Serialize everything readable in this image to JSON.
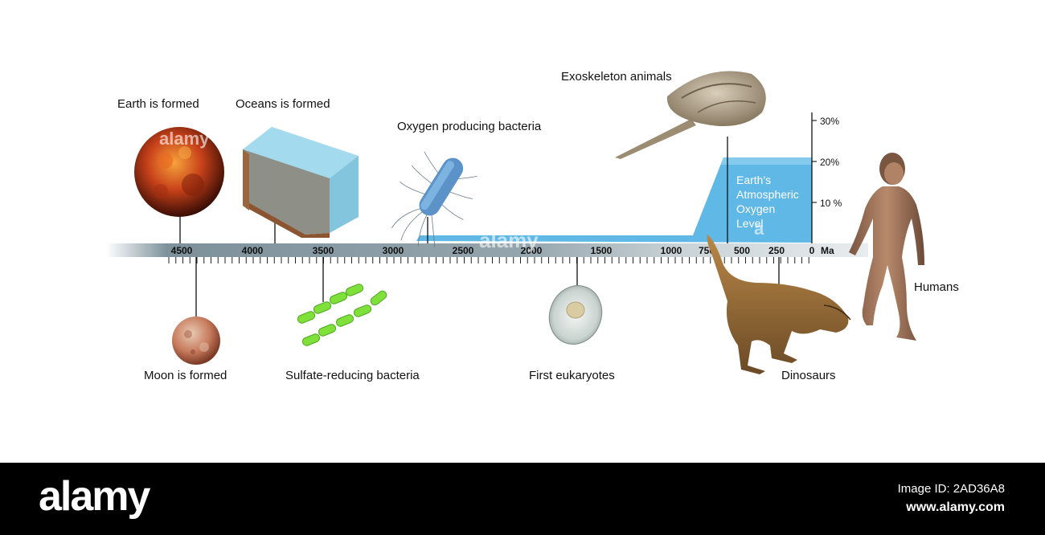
{
  "events": {
    "earth": "Earth is formed",
    "oceans": "Oceans is formed",
    "oxygen_bacteria": "Oxygen producing bacteria",
    "exoskeleton": "Exoskeleton animals",
    "moon": "Moon is formed",
    "sulfate": "Sulfate-reducing bacteria",
    "eukaryotes": "First eukaryotes",
    "dinosaurs": "Dinosaurs",
    "humans": "Humans"
  },
  "timeline": {
    "ticks": [
      "4500",
      "4000",
      "3500",
      "3000",
      "2500",
      "2000",
      "1500",
      "1000",
      "750",
      "500",
      "250",
      "0"
    ],
    "unit": "Ma"
  },
  "oxygen_panel": {
    "label_lines": [
      "Earth's",
      "Atmospheric",
      "Oxygen",
      "Level"
    ],
    "scale_ticks": [
      "30%",
      "20%",
      "10 %"
    ]
  },
  "footer": {
    "brand": "alamy",
    "image_id": "Image ID: 2AD36A8",
    "site": "www.alamy.com"
  },
  "colors": {
    "oxygen_fill": "#5fb8e6",
    "timeline_bar": "#7a8e98",
    "bacteria_green": "#7fe03a",
    "footer_bg": "#000000"
  }
}
